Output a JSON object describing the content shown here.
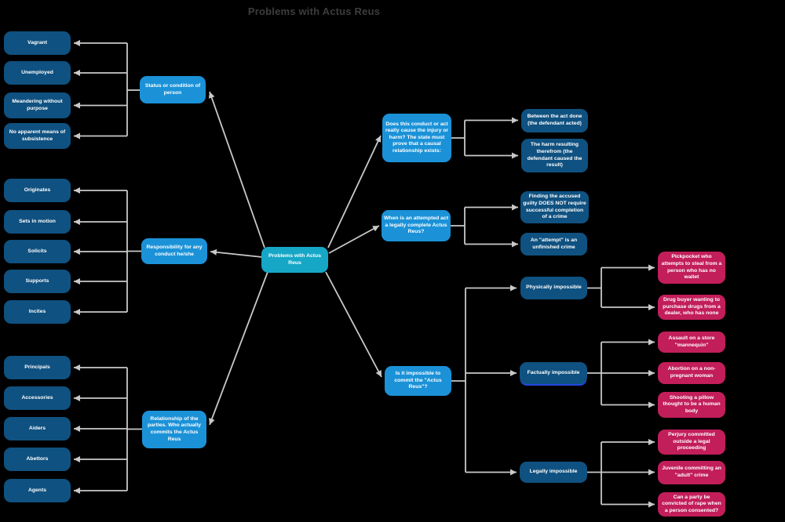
{
  "title": "Problems with Actus Reus",
  "colors": {
    "background": "#000000",
    "center_node": "#16a7c7",
    "branch_node": "#1b92d8",
    "topic_node": "#0f5180",
    "example_node": "#c21e59",
    "connector": "#c9c9c9",
    "selection_highlight": "#2347e0",
    "title_text": "#3d3d3d",
    "node_text": "#ffffff"
  },
  "nodes": {
    "center": "Problems with Actus Reus",
    "status": "Status or condition of person",
    "vagrant": "Vagrant",
    "unemployed": "Unemployed",
    "meandering": "Meandering without purpose",
    "subsistence": "No apparent means of subsistence",
    "responsibility": "Responsibility for any conduct he/she",
    "originates": "Originates",
    "sets_in_motion": "Sets in motion",
    "solicits": "Solicits",
    "supports": "Supports",
    "incites": "Incites",
    "relationship": "Relationship of the parties.  Who actually commits the Actus Reus",
    "principals": "Principals",
    "accessories": "Accessories",
    "aiders": "Aiders",
    "abettors": "Abettors",
    "agents": "Agents",
    "causal": "Does this conduct or act really cause the injury or harm? The state must prove that a causal relationship exists:",
    "between_act": "Between the act done (the defendant acted)",
    "harm_resulting": "The harm resulting therefrom (the defendant caused the result)",
    "attempted": "When is an attempted act a legally complete Actus Reus?",
    "finding": "Finding the accused guilty DOES NOT require successful completion of a crime",
    "attempt_unfinished": "An \"attempt\" is an unfinished crime",
    "impossible": "Is it impossible to commit the \"Actus Reus\"?",
    "physically": "Physically impossible",
    "factually": "Factually impossible",
    "legally": "Legally impossible",
    "pickpocket": "Pickpocket who attempts to steal from a person who has no wallet",
    "drug_buyer": "Drug buyer wanting to purchase drugs from a dealer, who has none",
    "assault": "Assault on a store \"mannequin\"",
    "abortion": "Abortion on a non-pregnant woman",
    "shooting": "Shooting a pillow thought to be a human body",
    "perjury": "Perjury committed outside a legal proceeding",
    "juvenile": "Juvenile committing an \"adult\" crime",
    "rape_consent": "Can a party be convicted of rape when a person consented?"
  }
}
